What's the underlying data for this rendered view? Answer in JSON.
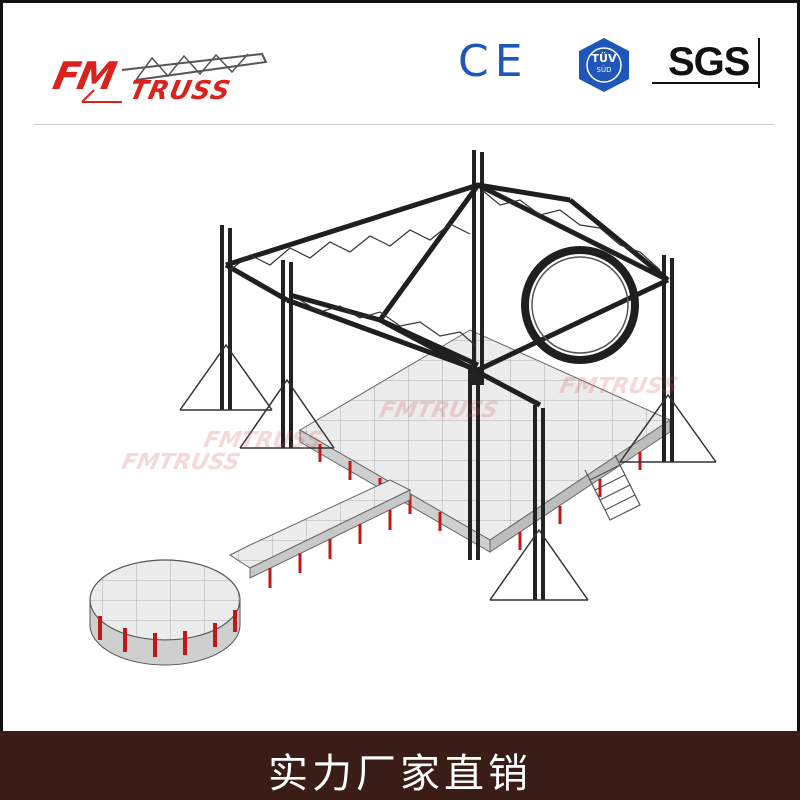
{
  "brand": {
    "logo_primary": "FM",
    "logo_secondary": "TRUSS",
    "logo_color": "#d9221c"
  },
  "certifications": {
    "ce": "CE",
    "tuv": "TÜV",
    "tuv_sub": "SÜD",
    "sgs": "SGS",
    "ce_color": "#1f56b9",
    "tuv_color": "#1f56b9"
  },
  "watermarks": [
    {
      "text": "FMTRUSS"
    },
    {
      "text": "FMTRUSS"
    },
    {
      "text": "FMTRUSS"
    },
    {
      "text": "FMTRUSS"
    }
  ],
  "footer": {
    "slogan": "实力厂家直销",
    "background": "#3a1d16"
  },
  "illustration": {
    "subject": "stage-with-truss-roof-system"
  }
}
